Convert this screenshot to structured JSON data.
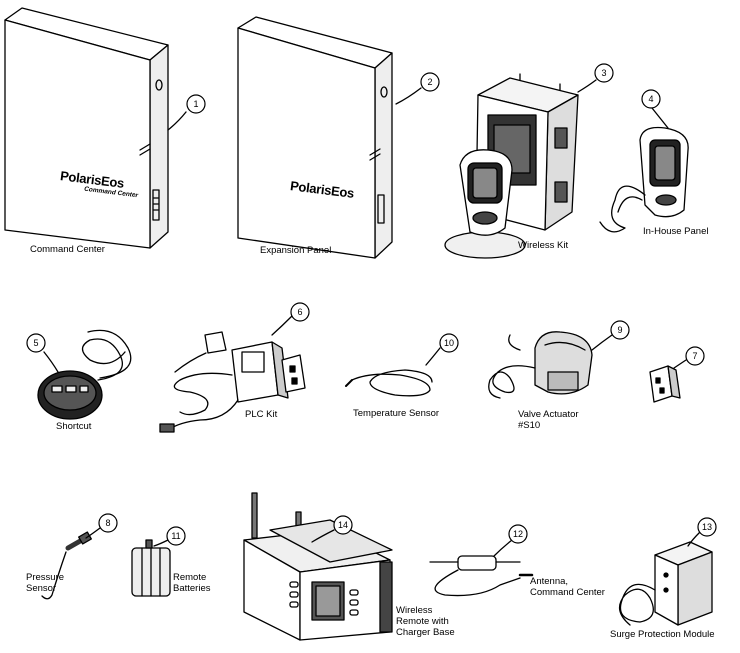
{
  "brand": {
    "name": "PolarisEos",
    "subtitle": "Command Center"
  },
  "parts": [
    {
      "id": 1,
      "number": "1",
      "label": "Command Center"
    },
    {
      "id": 2,
      "number": "2",
      "label": "Expansion Panel"
    },
    {
      "id": 3,
      "number": "3",
      "label": "Wireless Kit"
    },
    {
      "id": 4,
      "number": "4",
      "label": "In-House Panel"
    },
    {
      "id": 5,
      "number": "5",
      "label": "Shortcut"
    },
    {
      "id": 6,
      "number": "6",
      "label": "PLC Kit"
    },
    {
      "id": 7,
      "number": "7",
      "label": ""
    },
    {
      "id": 8,
      "number": "8",
      "label": "Pressure\nSensor"
    },
    {
      "id": 9,
      "number": "9",
      "label": "Valve Actuator\n#S10"
    },
    {
      "id": 10,
      "number": "10",
      "label": "Temperature Sensor"
    },
    {
      "id": 11,
      "number": "11",
      "label": "Remote\nBatteries"
    },
    {
      "id": 12,
      "number": "12",
      "label": "Antenna,\nCommand Center"
    },
    {
      "id": 13,
      "number": "13",
      "label": "Surge Protection Module"
    },
    {
      "id": 14,
      "number": "14",
      "label": "Wireless\nRemote with\nCharger Base"
    }
  ]
}
